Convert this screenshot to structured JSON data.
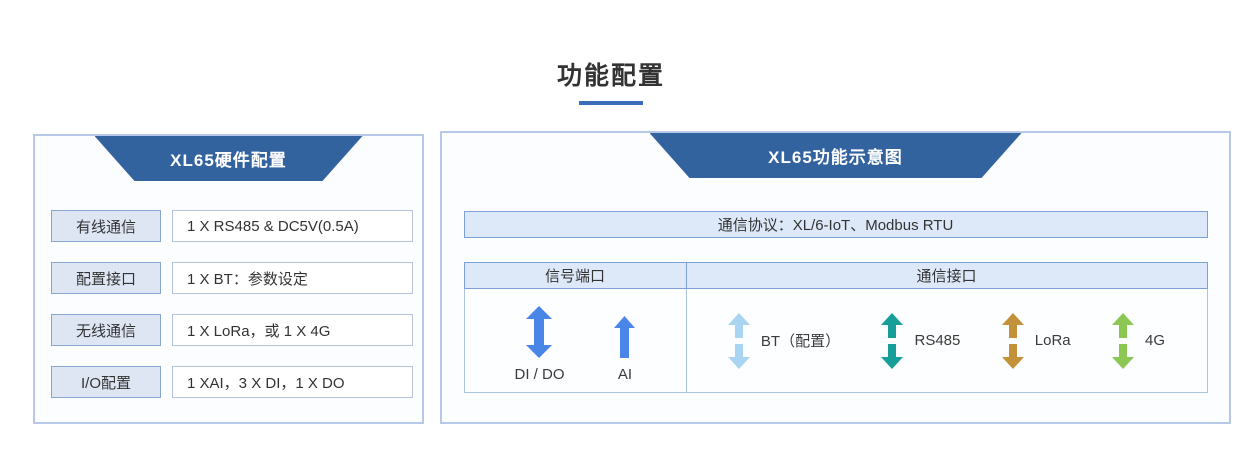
{
  "page": {
    "title": "功能配置"
  },
  "hardware_panel": {
    "title": "XL65硬件配置",
    "rows": [
      {
        "label": "有线通信",
        "value": "1 X RS485 & DC5V(0.5A)"
      },
      {
        "label": "配置接口",
        "value": "1 X BT：参数设定"
      },
      {
        "label": "无线通信",
        "value": "1 X LoRa，或 1 X 4G"
      },
      {
        "label": "I/O配置",
        "value": "1 XAI，3 X DI，1 X DO"
      }
    ]
  },
  "diagram_panel": {
    "title": "XL65功能示意图",
    "protocol": "通信协议：XL/6-IoT、Modbus RTU",
    "table": {
      "signal_header": "信号端口",
      "comm_header": "通信接口",
      "signal_ports": [
        {
          "label": "DI / DO",
          "icon": "double-vertical-arrow-icon",
          "color": "#4a86e8"
        },
        {
          "label": "AI",
          "icon": "up-arrow-icon",
          "color": "#4a86e8"
        }
      ],
      "comm_interfaces": [
        {
          "label": "BT（配置）",
          "icon": "split-double-arrow-icon",
          "color": "#a9d5f3"
        },
        {
          "label": "RS485",
          "icon": "split-double-arrow-icon",
          "color": "#179e98"
        },
        {
          "label": "LoRa",
          "icon": "split-double-arrow-icon",
          "color": "#c2913a"
        },
        {
          "label": "4G",
          "icon": "split-double-arrow-icon",
          "color": "#8cc653"
        }
      ]
    }
  },
  "colors": {
    "header_blue": "#33639f",
    "title_underline": "#3a6db8",
    "panel_border": "#b6c9e7",
    "light_blue_fill": "#dde9f8"
  }
}
